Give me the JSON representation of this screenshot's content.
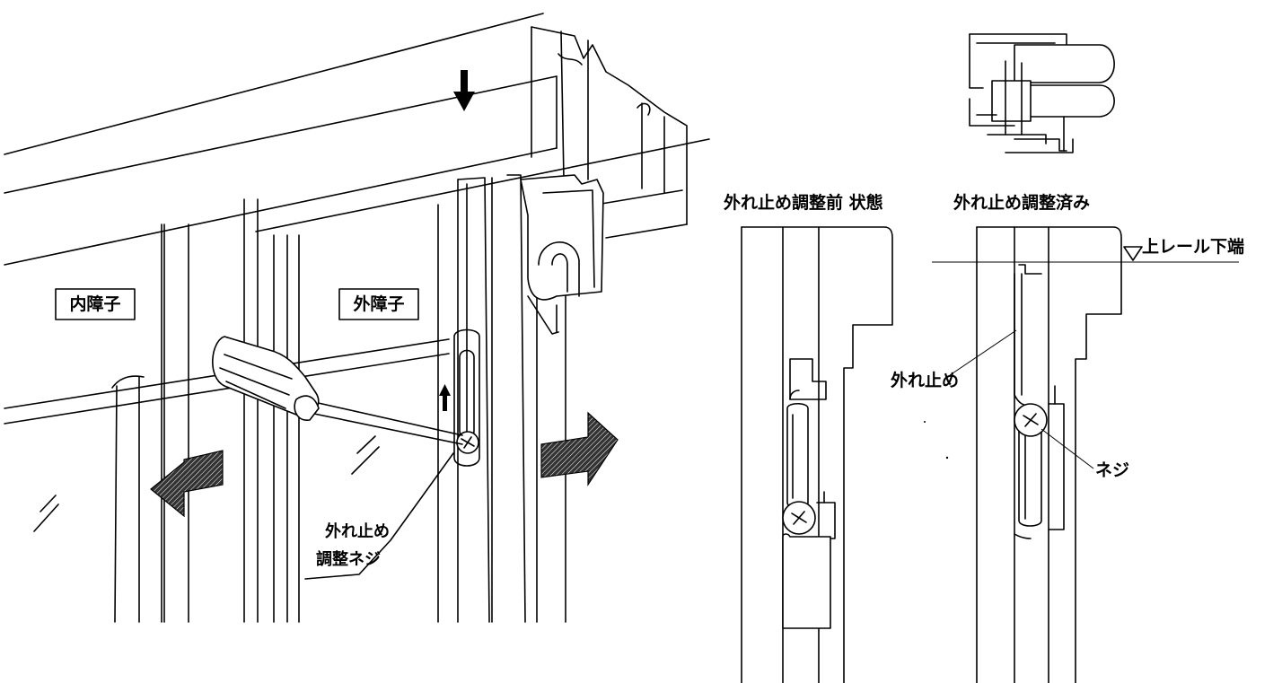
{
  "labels": {
    "inner_sash": "内障子",
    "outer_sash": "外障子",
    "stopper_screw_line1": "外れ止め",
    "stopper_screw_line2": "調整ネジ",
    "state_before": "外れ止め調整前 状態",
    "state_after": "外れ止め調整済み",
    "upper_rail_bottom": "上レール下端",
    "stopper": "外れ止め",
    "screw": "ネジ"
  }
}
